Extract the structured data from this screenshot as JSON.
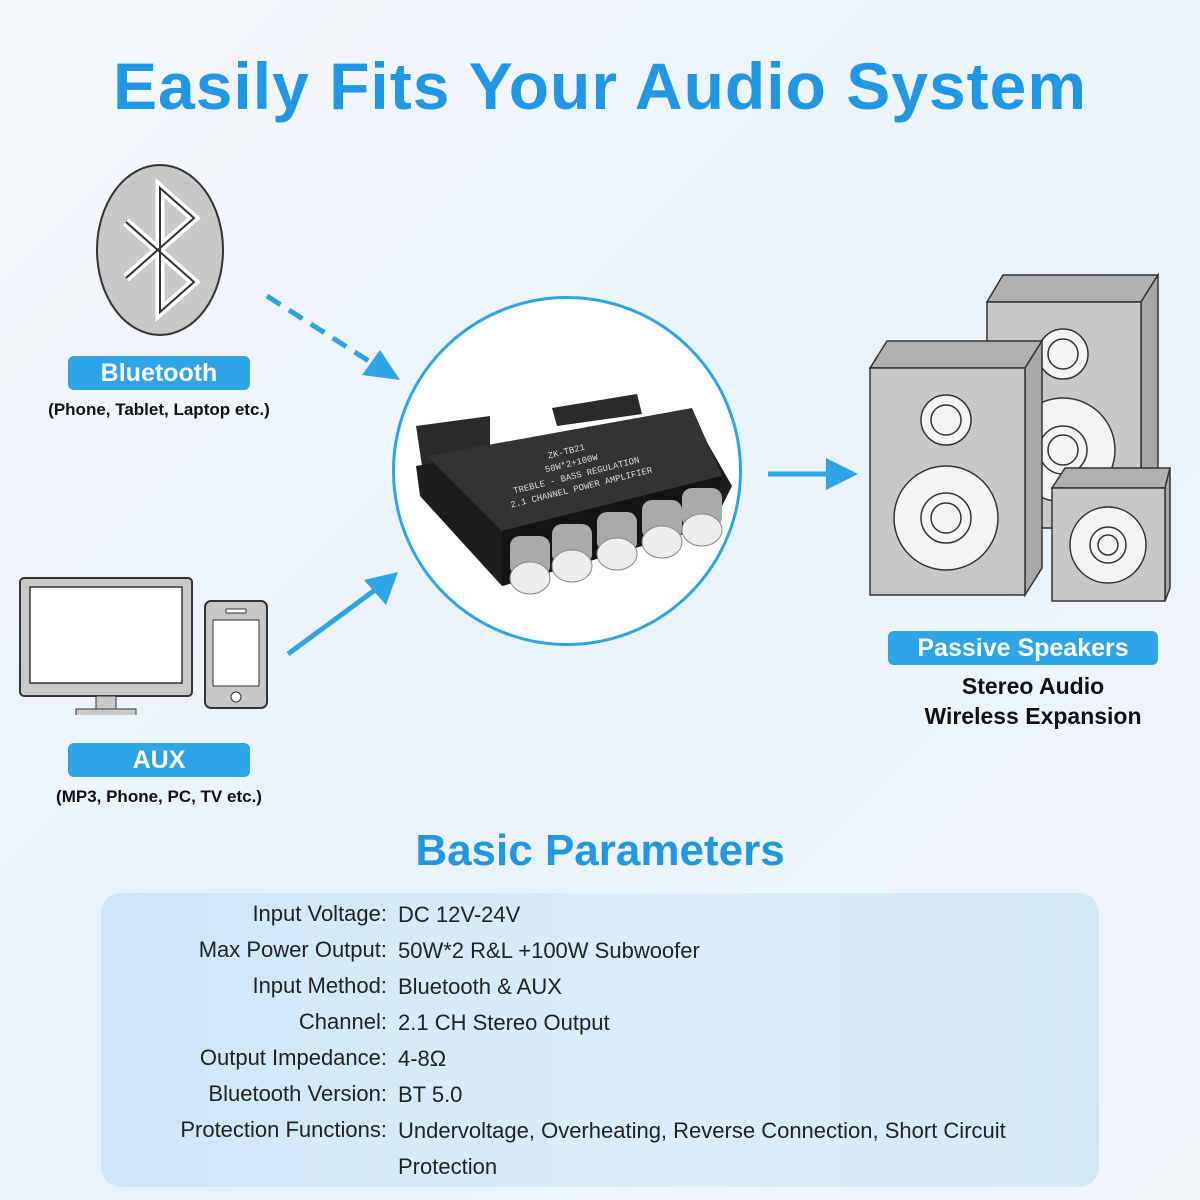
{
  "title": "Easily Fits Your Audio System",
  "inputs": {
    "bluetooth": {
      "label": "Bluetooth",
      "sub": "(Phone, Tablet, Laptop etc.)"
    },
    "aux": {
      "label": "AUX",
      "sub": "(MP3, Phone, PC, TV etc.)"
    }
  },
  "amplifier": {
    "model": "ZK-TB21",
    "line2": "50W*2+100W",
    "line3": "TREBLE - BASS REGULATION",
    "line4": "2.1 CHANNEL POWER AMPLIFIER"
  },
  "output": {
    "label": "Passive Speakers",
    "line1": "Stereo Audio",
    "line2": "Wireless Expansion"
  },
  "params": {
    "title": "Basic Parameters",
    "rows": [
      {
        "k": "Input Voltage:",
        "v": "DC 12V-24V"
      },
      {
        "k": "Max Power Output:",
        "v": "50W*2 R&L +100W Subwoofer"
      },
      {
        "k": "Input Method:",
        "v": "Bluetooth & AUX"
      },
      {
        "k": "Channel:",
        "v": "2.1 CH Stereo Output"
      },
      {
        "k": "Output Impedance:",
        "v": "4-8Ω"
      },
      {
        "k": "Bluetooth Version:",
        "v": "BT 5.0"
      },
      {
        "k": "Protection Functions:",
        "v": "Undervoltage, Overheating, Reverse Connection, Short Circuit Protection"
      }
    ]
  },
  "colors": {
    "accent": "#2196e3",
    "pill": "#2ea4e6"
  }
}
